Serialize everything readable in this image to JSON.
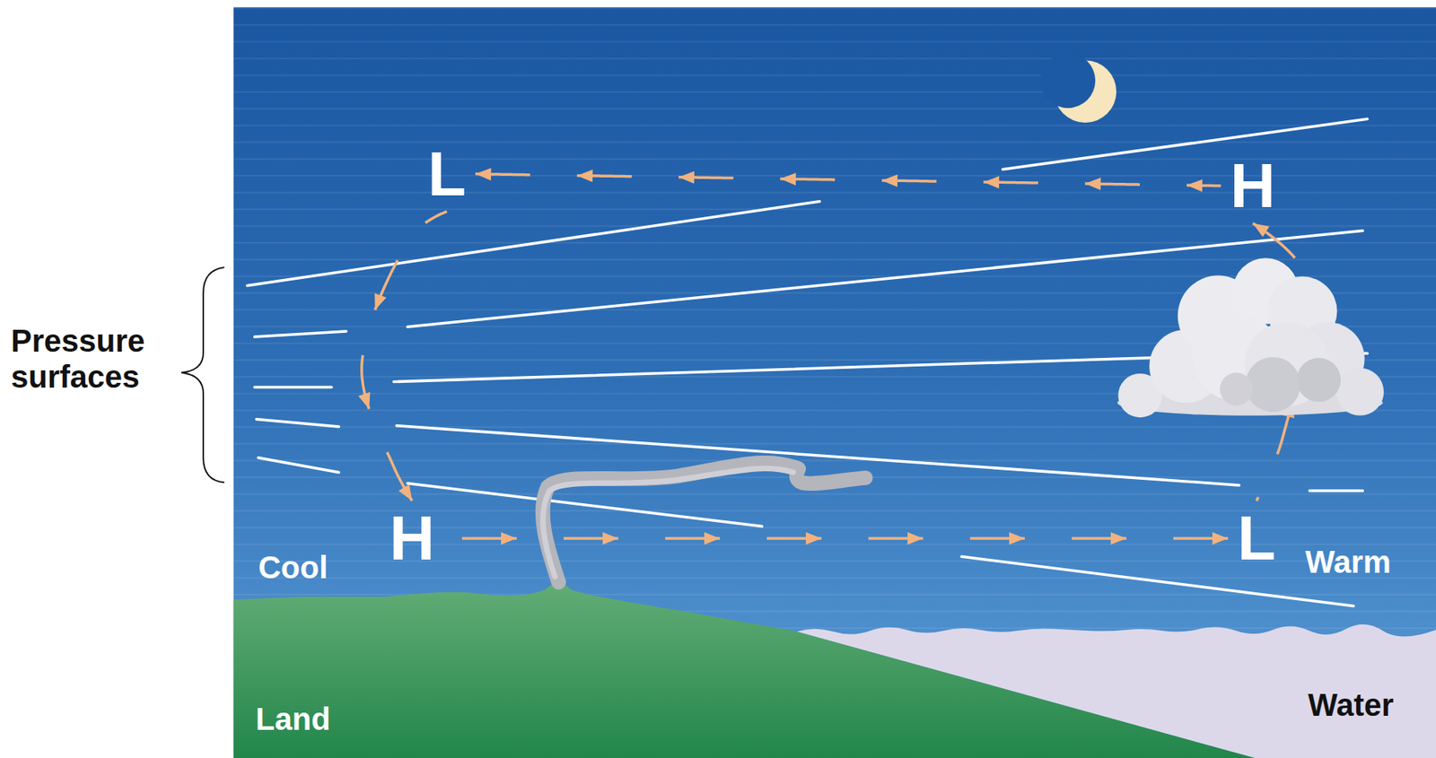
{
  "diagram": {
    "nodes": [
      {
        "text": [
          "L"
        ]
      },
      {
        "text": [
          "H"
        ]
      },
      {
        "text": [
          "H"
        ]
      },
      {
        "text": [
          "L"
        ]
      }
    ],
    "edges": [
      {
        "from": 2,
        "to": 3,
        "arrow": "to"
      },
      {
        "from": 3,
        "to": 1,
        "arrow": "to"
      },
      {
        "from": 1,
        "to": 0,
        "arrow": "to"
      },
      {
        "from": 0,
        "to": 2,
        "arrow": "to"
      }
    ],
    "labels": [
      "Pressure surfaces",
      "Cool",
      "Warm",
      "Land",
      "Water"
    ]
  }
}
